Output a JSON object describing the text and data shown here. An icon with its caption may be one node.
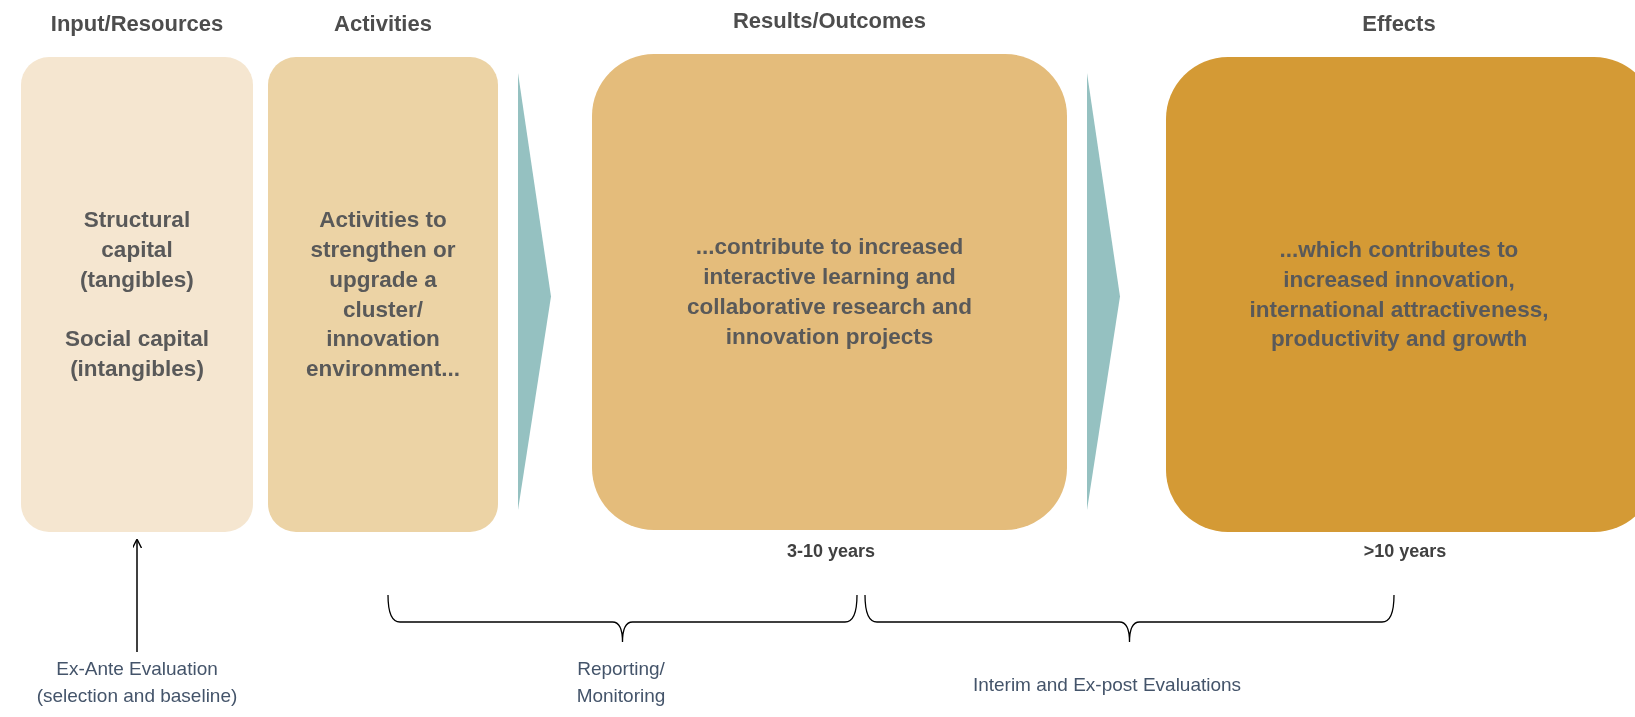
{
  "diagram": {
    "nodes": [
      {
        "text": [
          "Input/Resources",
          "Structural capital (tangibles)",
          "Social capital (intangibles)"
        ]
      },
      {
        "text": [
          "Activities",
          "Activities to strengthen or upgrade a cluster/ innovation environment..."
        ]
      },
      {
        "text": [
          "Results/Outcomes",
          "...contribute to increased interactive learning and collaborative research and innovation projects"
        ],
        "beside": [
          "3-10 years"
        ]
      },
      {
        "text": [
          "Effects",
          "...which contributes to increased innovation, international attractiveness, productivity and growth"
        ],
        "beside": [
          ">10 years"
        ]
      },
      {
        "text": [
          "Ex-Ante Evaluation (selection and baseline)"
        ]
      }
    ],
    "edges": [
      {
        "from": 1,
        "to": 2,
        "arrow": "to",
        "style": "thick",
        "color": "#95c1c1"
      },
      {
        "from": 2,
        "to": 3,
        "arrow": "to",
        "style": "thick",
        "color": "#95c1c1"
      },
      {
        "from": 4,
        "to": 0,
        "arrow": "to"
      }
    ],
    "labels": [
      "Reporting/ Monitoring",
      "Interim and Ex-post Evaluations"
    ]
  }
}
